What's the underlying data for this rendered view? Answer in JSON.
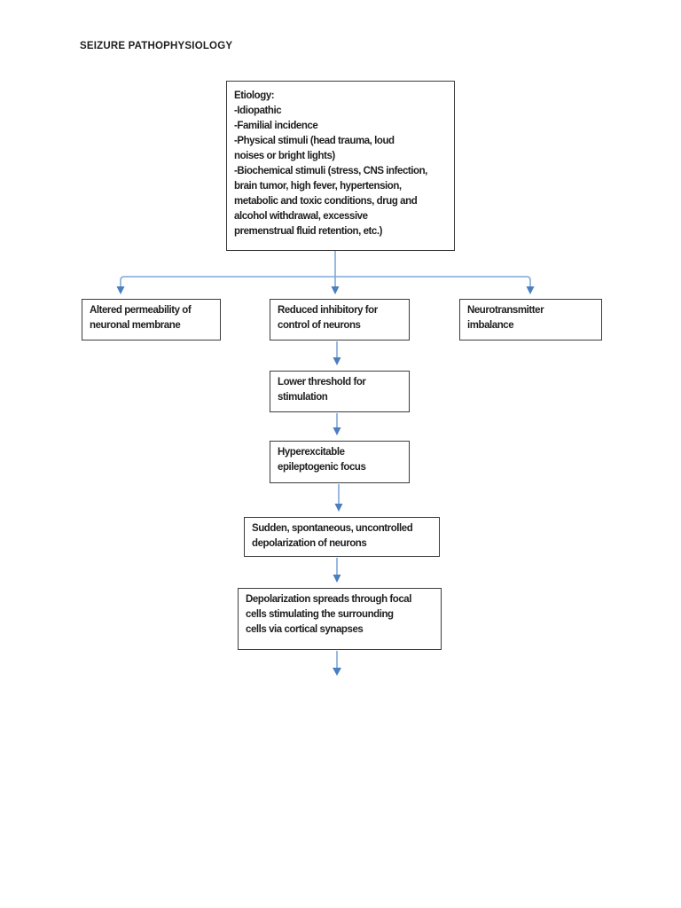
{
  "document": {
    "title": "SEIZURE PATHOPHYSIOLOGY"
  },
  "flowchart": {
    "etiology": {
      "text": "Etiology:\n-Idiopathic\n-Familial incidence\n-Physical stimuli (head trauma, loud\nnoises or bright lights)\n-Biochemical stimuli (stress, CNS infection,\nbrain tumor, high fever, hypertension,\nmetabolic and toxic conditions, drug and\nalcohol withdrawal, excessive\npremenstrual fluid retention, etc.)"
    },
    "altered_permeability": {
      "text": "Altered permeability of\nneuronal membrane"
    },
    "reduced_inhibitory": {
      "text": "Reduced inhibitory for\ncontrol of neurons"
    },
    "neurotransmitter_imbalance": {
      "text": "Neurotransmitter\nimbalance"
    },
    "lower_threshold": {
      "text": "Lower threshold for\nstimulation"
    },
    "hyperexcitable_focus": {
      "text": "Hyperexcitable\nepileptogenic focus"
    },
    "sudden_depolarization": {
      "text": "Sudden, spontaneous, uncontrolled\ndepolarization of neurons"
    },
    "depolarization_spreads": {
      "text": "Depolarization spreads through focal\ncells stimulating the surrounding\ncells via cortical synapses"
    }
  },
  "colors": {
    "arrow_line": "#7FA8D9",
    "arrow_head": "#4A7EBE",
    "box_border": "#3B3B3B",
    "text": "#1F1F1F",
    "paper": "#FFFFFF"
  }
}
